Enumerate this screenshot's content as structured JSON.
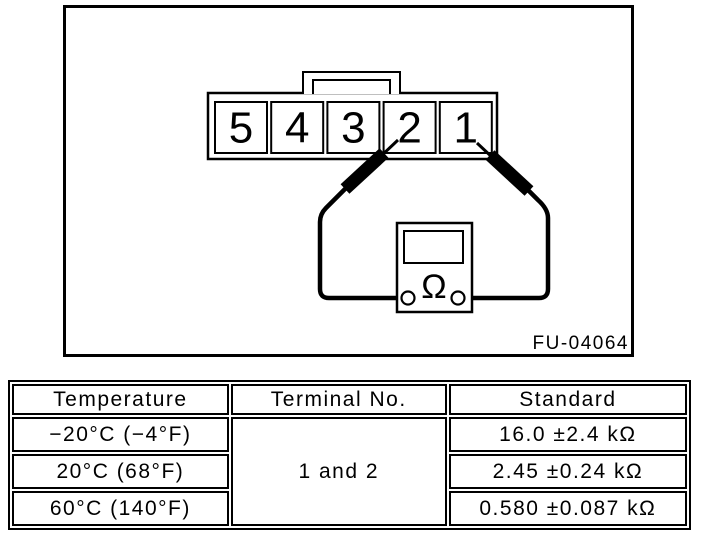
{
  "colors": {
    "line": "#000000",
    "background": "#ffffff"
  },
  "figure": {
    "code": "FU-04064",
    "connector": {
      "terminals": [
        "5",
        "4",
        "3",
        "2",
        "1"
      ],
      "probed_terminals": [
        "2",
        "1"
      ]
    },
    "meter": {
      "symbol": "Ω"
    }
  },
  "table": {
    "headers": [
      "Temperature",
      "Terminal No.",
      "Standard"
    ],
    "terminal_no": "1 and 2",
    "rows": [
      {
        "temperature": "−20°C (−4°F)",
        "standard": "16.0 ±2.4 kΩ"
      },
      {
        "temperature": "20°C (68°F)",
        "standard": "2.45 ±0.24 kΩ"
      },
      {
        "temperature": "60°C (140°F)",
        "standard": "0.580 ±0.087 kΩ"
      }
    ]
  }
}
